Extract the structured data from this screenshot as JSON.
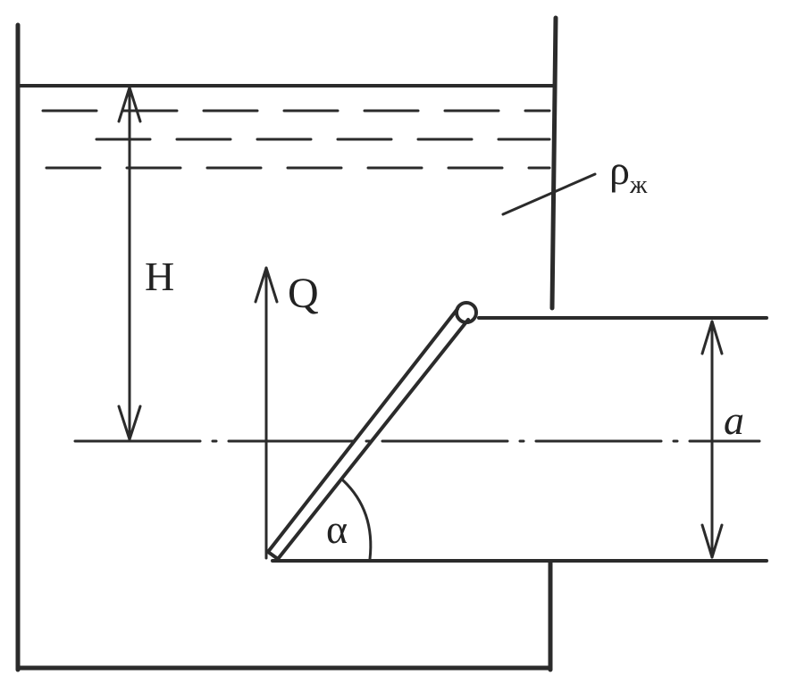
{
  "labels": {
    "depth": "H",
    "force": "Q",
    "gate_height": "a",
    "angle": "α",
    "density_symbol": "ρ",
    "density_subscript": "ж"
  },
  "colors": {
    "ink": "#2b2b2b",
    "paper": "#ffffff"
  }
}
